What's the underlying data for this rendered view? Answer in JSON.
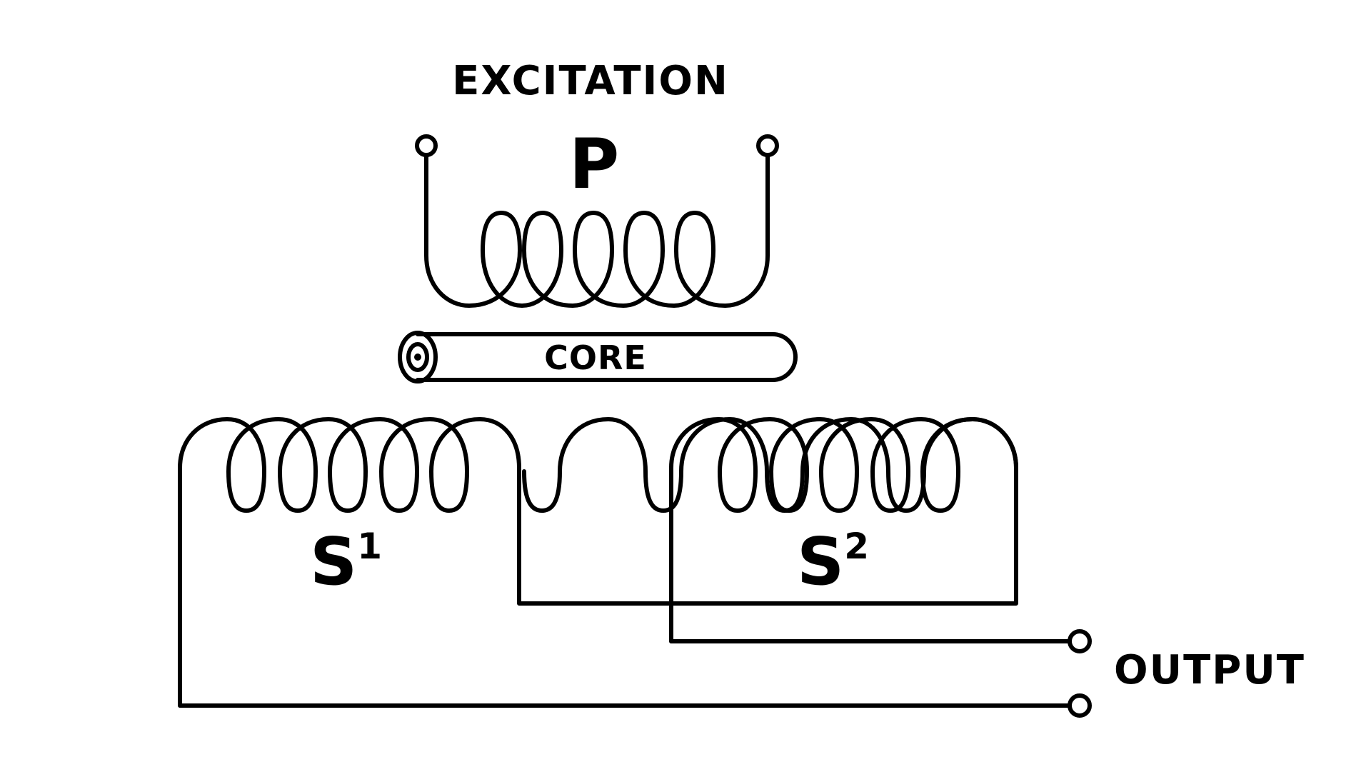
{
  "labels": {
    "excitation": "EXCITATION",
    "primary": "P",
    "core": "CORE",
    "secondary_1": "S",
    "secondary_1_index": "1",
    "secondary_2": "S",
    "secondary_2_index": "2",
    "output": "OUTPUT"
  },
  "coil_turns": {
    "primary": 5,
    "secondary_1": 5,
    "secondary_2": 5
  },
  "colors": {
    "line": "#000000",
    "background": "#ffffff"
  }
}
